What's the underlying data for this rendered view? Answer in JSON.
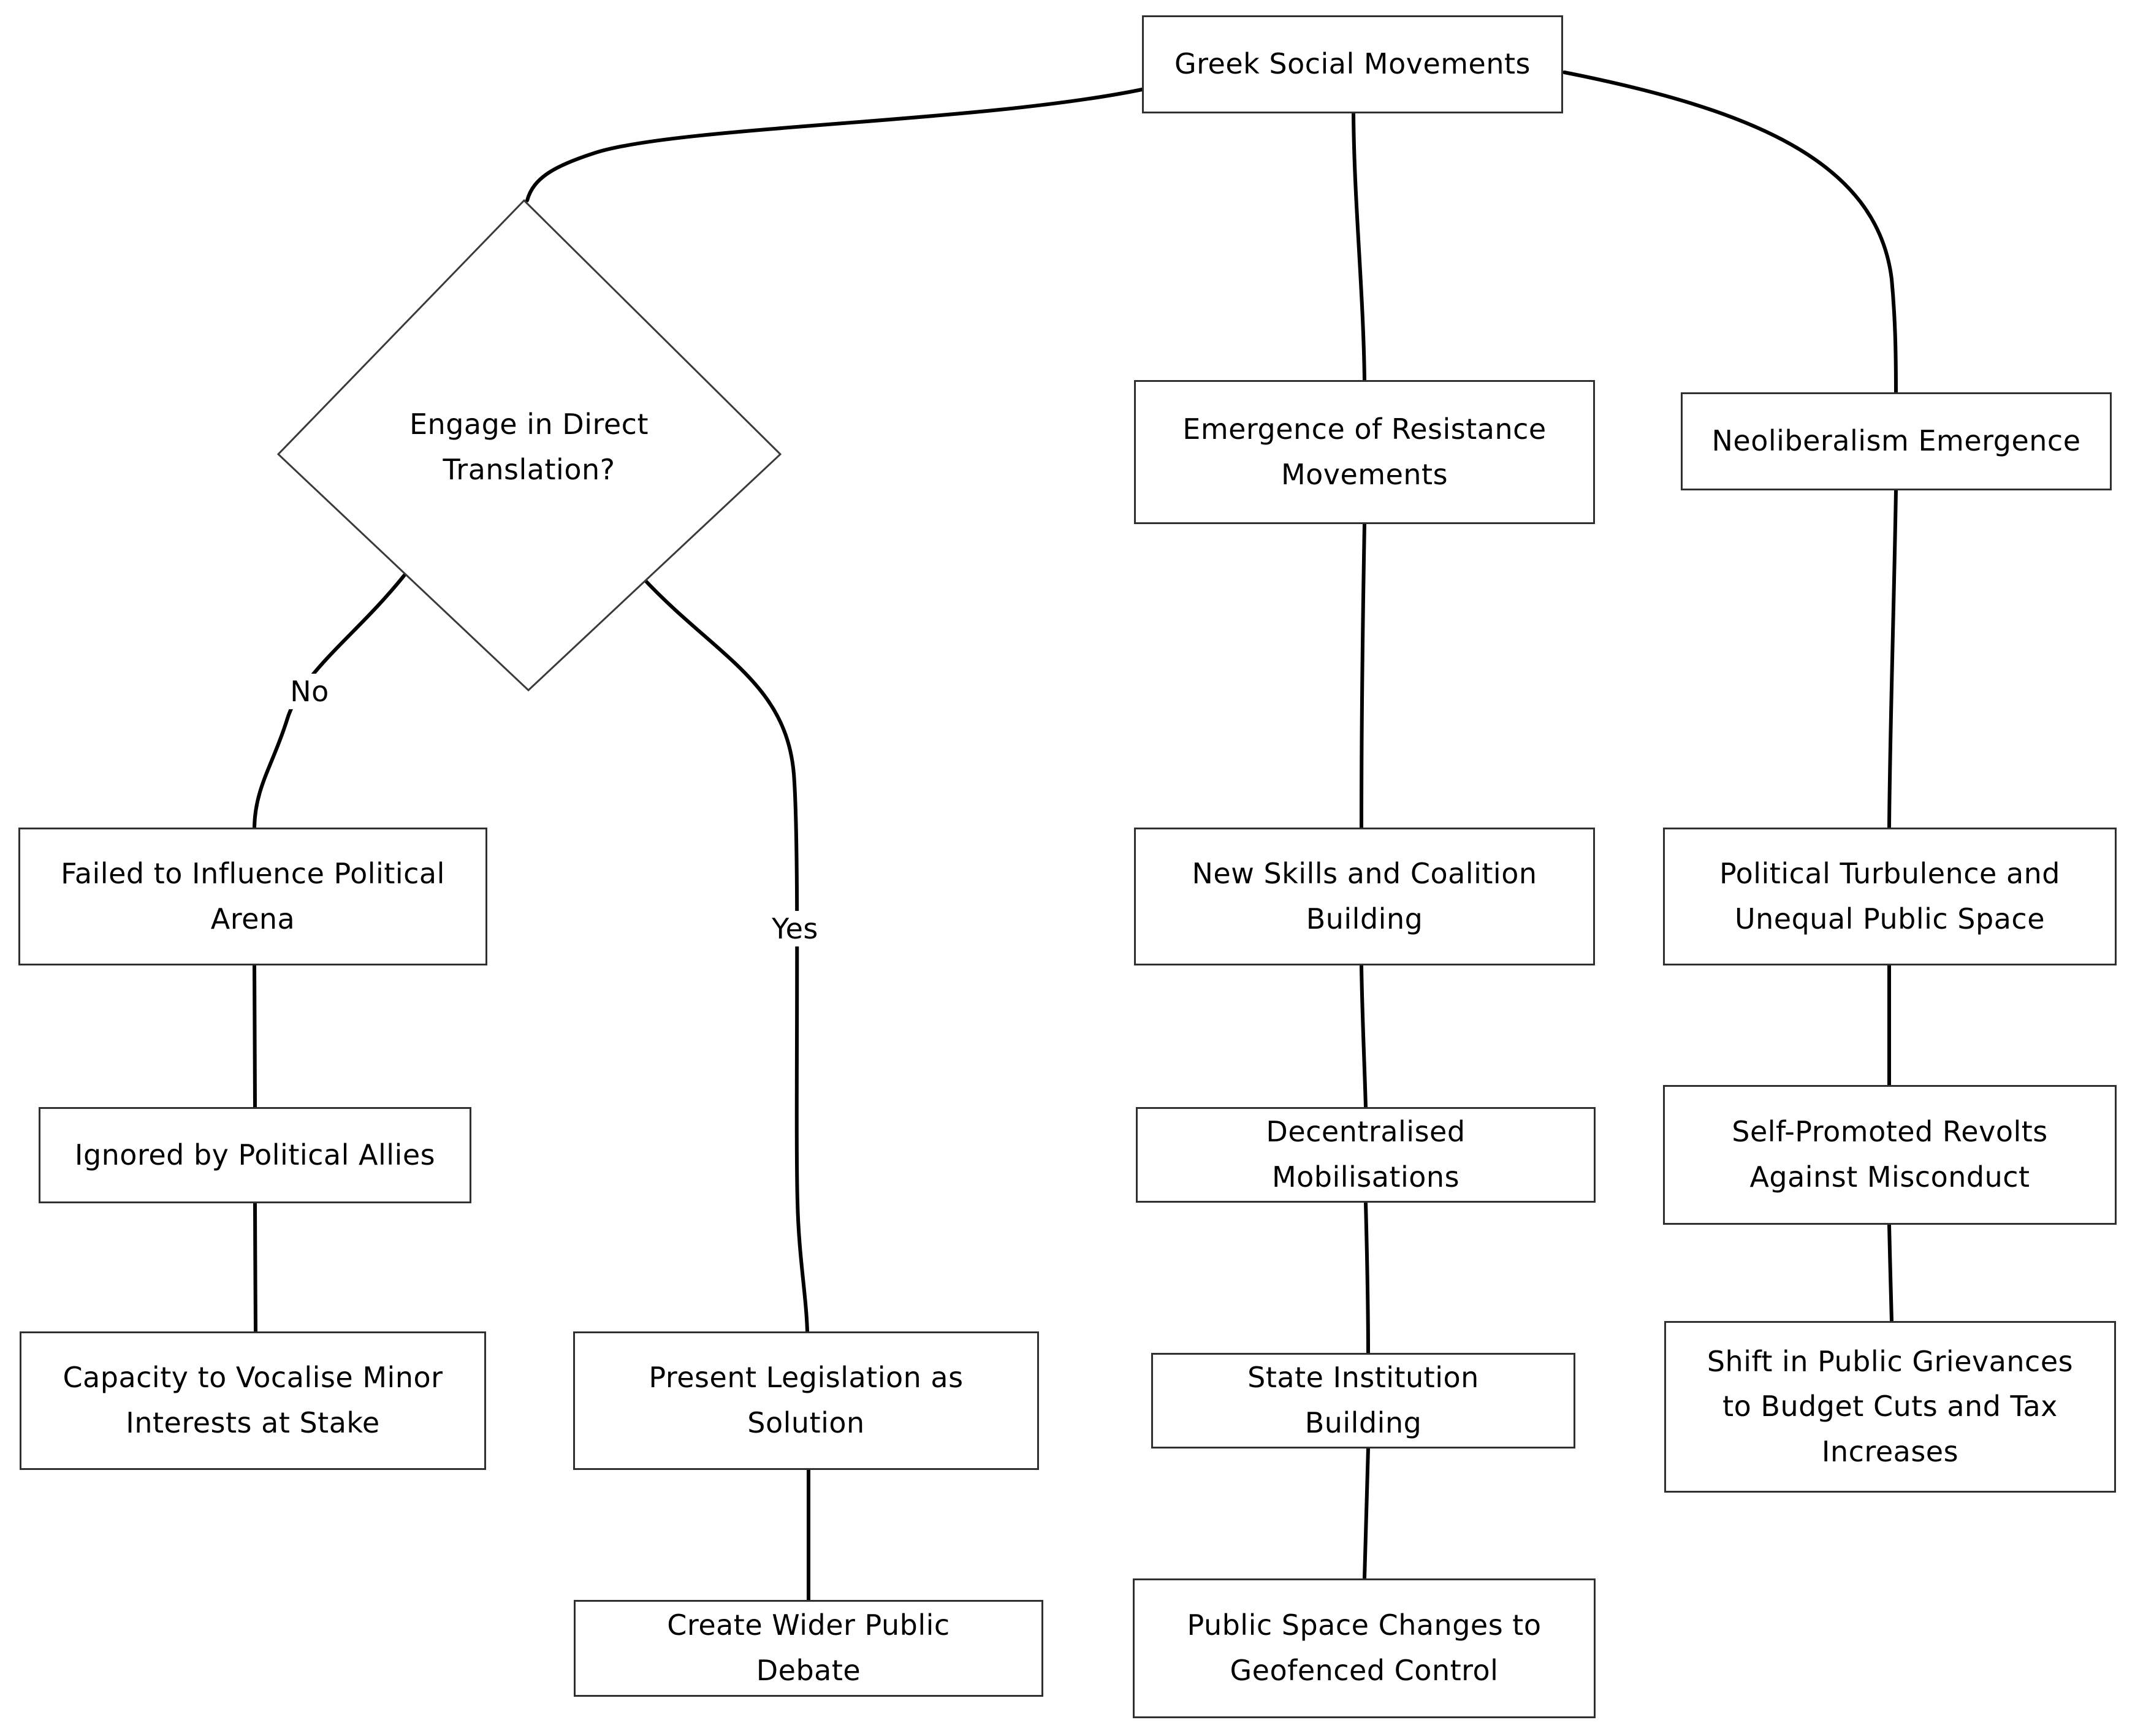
{
  "diagram": {
    "nodes": {
      "root": "Greek Social Movements",
      "decision": "Engage in Direct Translation?",
      "failed_influence": "Failed to Influence Political Arena",
      "ignored_allies": "Ignored by Political Allies",
      "vocalise_minor": "Capacity to Vocalise Minor Interests at Stake",
      "present_legislation": "Present Legislation as Solution",
      "wider_debate": "Create Wider Public Debate",
      "emergence_resistance": "Emergence of Resistance Movements",
      "new_skills": "New Skills and Coalition Building",
      "decentralised_mobilisations": "Decentralised Mobilisations",
      "state_institution": "State Institution Building",
      "public_space_geofenced": "Public Space Changes to Geofenced Control",
      "neoliberalism": "Neoliberalism Emergence",
      "political_turbulence": "Political Turbulence and Unequal Public Space",
      "self_promoted_revolts": "Self-Promoted Revolts Against Misconduct",
      "shift_grievances": "Shift in Public Grievances to Budget Cuts and Tax Increases"
    },
    "edge_labels": {
      "no": "No",
      "yes": "Yes"
    },
    "colors": {
      "background": "#ffffff",
      "node_fill": "#ffffff",
      "node_border": "#2f2f2f",
      "edge": "#000000",
      "text": "#000000"
    }
  }
}
